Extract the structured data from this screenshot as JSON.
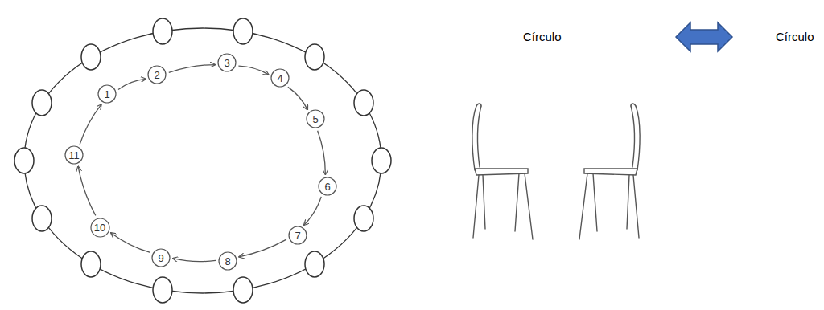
{
  "diagram": {
    "nodes": [
      {
        "text": [
          "1"
        ]
      },
      {
        "text": [
          "2"
        ]
      },
      {
        "text": [
          "3"
        ]
      },
      {
        "text": [
          "4"
        ]
      },
      {
        "text": [
          "5"
        ]
      },
      {
        "text": [
          "6"
        ]
      },
      {
        "text": [
          "7"
        ]
      },
      {
        "text": [
          "8"
        ]
      },
      {
        "text": [
          "9"
        ]
      },
      {
        "text": [
          "10"
        ]
      },
      {
        "text": [
          "11"
        ]
      }
    ],
    "edges": [
      {
        "from": 0,
        "to": 1,
        "arrow": "to"
      },
      {
        "from": 1,
        "to": 2,
        "arrow": "to"
      },
      {
        "from": 2,
        "to": 3,
        "arrow": "to"
      },
      {
        "from": 3,
        "to": 4,
        "arrow": "to"
      },
      {
        "from": 4,
        "to": 5,
        "arrow": "to"
      },
      {
        "from": 5,
        "to": 6,
        "arrow": "to"
      },
      {
        "from": 6,
        "to": 7,
        "arrow": "to"
      },
      {
        "from": 7,
        "to": 8,
        "arrow": "to"
      },
      {
        "from": 8,
        "to": 9,
        "arrow": "to"
      },
      {
        "from": 9,
        "to": 10,
        "arrow": "to"
      },
      {
        "from": 10,
        "to": 0,
        "arrow": "to"
      }
    ],
    "labels": [
      "Círculo",
      "Círculo"
    ]
  }
}
